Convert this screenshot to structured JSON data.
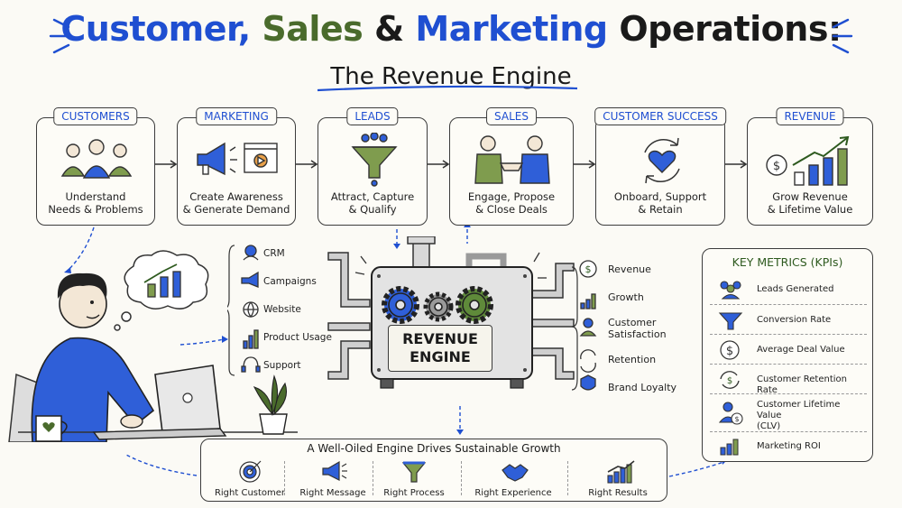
{
  "title": {
    "part1": "Customer,",
    "part2": "Sales",
    "part3": "&",
    "part4": "Marketing",
    "part5": "Operations:"
  },
  "subtitle": "The Revenue Engine",
  "stages": [
    {
      "tag": "CUSTOMERS",
      "desc1": "Understand",
      "desc2": "Needs & Problems"
    },
    {
      "tag": "MARKETING",
      "desc1": "Create Awareness",
      "desc2": "& Generate Demand"
    },
    {
      "tag": "LEADS",
      "desc1": "Attract, Capture",
      "desc2": "& Qualify"
    },
    {
      "tag": "SALES",
      "desc1": "Engage, Propose",
      "desc2": "& Close Deals"
    },
    {
      "tag": "CUSTOMER SUCCESS",
      "desc1": "Onboard, Support",
      "desc2": "& Retain"
    },
    {
      "tag": "REVENUE",
      "desc1": "Grow Revenue",
      "desc2": "& Lifetime Value"
    }
  ],
  "inputs": [
    "CRM",
    "Campaigns",
    "Website",
    "Product Usage",
    "Support"
  ],
  "engine": {
    "line1": "REVENUE",
    "line2": "ENGINE"
  },
  "outputs": [
    {
      "l1": "Revenue",
      "l2": ""
    },
    {
      "l1": "Growth",
      "l2": ""
    },
    {
      "l1": "Customer",
      "l2": "Satisfaction"
    },
    {
      "l1": "Retention",
      "l2": ""
    },
    {
      "l1": "Brand Loyalty",
      "l2": ""
    }
  ],
  "kpis": {
    "title": "KEY METRICS (KPIs)",
    "items": [
      {
        "l1": "Leads Generated",
        "l2": "",
        "icon": "people-icon"
      },
      {
        "l1": "Conversion Rate",
        "l2": "",
        "icon": "funnel-icon"
      },
      {
        "l1": "Average Deal Value",
        "l2": "",
        "icon": "dollar-icon"
      },
      {
        "l1": "Customer Retention Rate",
        "l2": "",
        "icon": "retention-icon"
      },
      {
        "l1": "Customer Lifetime Value",
        "l2": "(CLV)",
        "icon": "clv-icon"
      },
      {
        "l1": "Marketing ROI",
        "l2": "",
        "icon": "roi-icon"
      }
    ]
  },
  "bottom": {
    "title": "A Well-Oiled Engine Drives Sustainable Growth",
    "items": [
      "Right Customer",
      "Right Message",
      "Right Process",
      "Right Experience",
      "Right Results"
    ]
  },
  "colors": {
    "blue": "#1f4fd1",
    "green": "#4a6b2c",
    "ink": "#3c3c3c"
  }
}
